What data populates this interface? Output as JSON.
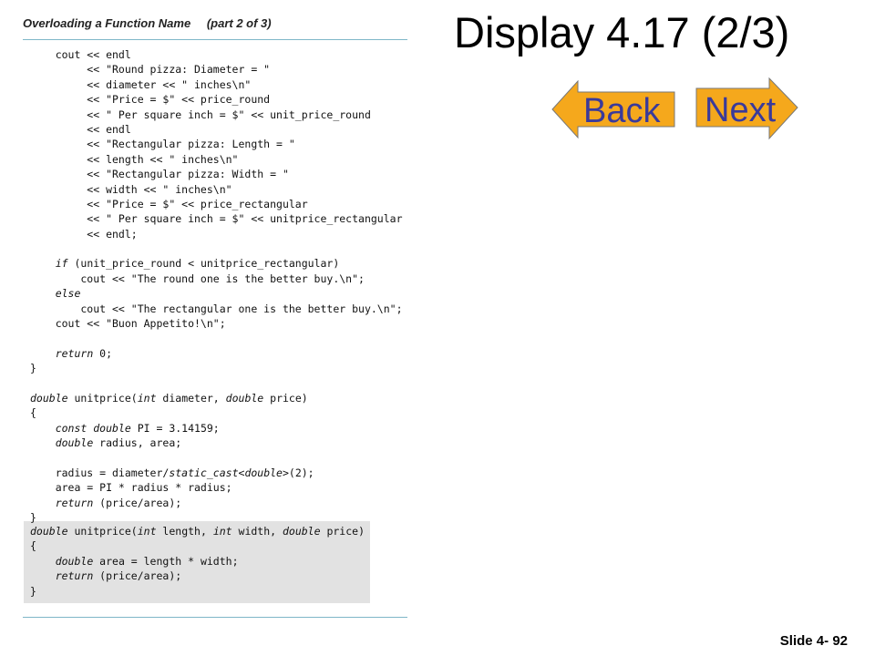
{
  "panel": {
    "title": "Overloading a Function Name",
    "part": "(part 2 of 3)"
  },
  "code_lines": [
    [
      "    cout << endl"
    ],
    [
      "         << \"Round pizza: Diameter = \""
    ],
    [
      "         << diameter << \" inches\\n\""
    ],
    [
      "         << \"Price = $\" << price_round"
    ],
    [
      "         << \" Per square inch = $\" << unit_price_round"
    ],
    [
      "         << endl"
    ],
    [
      "         << \"Rectangular pizza: Length = \""
    ],
    [
      "         << length << \" inches\\n\""
    ],
    [
      "         << \"Rectangular pizza: Width = \""
    ],
    [
      "         << width << \" inches\\n\""
    ],
    [
      "         << \"Price = $\" << price_rectangular"
    ],
    [
      "         << \" Per square inch = $\" << unitprice_rectangular"
    ],
    [
      "         << endl;"
    ],
    [
      ""
    ],
    [
      "    ",
      {
        "k": "if"
      },
      " (unit_price_round < unitprice_rectangular)"
    ],
    [
      "        cout << \"The round one is the better buy.\\n\";"
    ],
    [
      "    ",
      {
        "k": "else"
      }
    ],
    [
      "        cout << \"The rectangular one is the better buy.\\n\";"
    ],
    [
      "    cout << \"Buon Appetito!\\n\";"
    ],
    [
      ""
    ],
    [
      "    ",
      {
        "k": "return"
      },
      " 0;"
    ],
    [
      "}"
    ],
    [
      ""
    ],
    [
      {
        "k": "double"
      },
      " unitprice(",
      {
        "k": "int"
      },
      " diameter, ",
      {
        "k": "double"
      },
      " price)"
    ],
    [
      "{"
    ],
    [
      "    ",
      {
        "k": "const double"
      },
      " PI = 3.14159;"
    ],
    [
      "    ",
      {
        "k": "double"
      },
      " radius, area;"
    ],
    [
      ""
    ],
    [
      "    radius = diameter/",
      {
        "k": "static_cast"
      },
      "<",
      {
        "k": "double"
      },
      ">(2);"
    ],
    [
      "    area = PI * radius * radius;"
    ],
    [
      "    ",
      {
        "k": "return"
      },
      " (price/area);"
    ],
    [
      "}"
    ],
    [
      ""
    ],
    [
      {
        "k": "double"
      },
      " unitprice(",
      {
        "k": "int"
      },
      " length, ",
      {
        "k": "int"
      },
      " width, ",
      {
        "k": "double"
      },
      " price)"
    ],
    [
      "{"
    ],
    [
      "    ",
      {
        "k": "double"
      },
      " area = length * width;"
    ],
    [
      "    ",
      {
        "k": "return"
      },
      " (price/area);"
    ],
    [
      "}"
    ]
  ],
  "slide": {
    "title": "Display 4.17 (2/3)",
    "back_label": "Back",
    "next_label": "Next",
    "number": "Slide 4- 92"
  },
  "colors": {
    "arrow_fill": "#f5a81c",
    "arrow_text": "#3a3a9a",
    "rule": "#7fb7c8",
    "highlight": "#e2e2e2"
  }
}
